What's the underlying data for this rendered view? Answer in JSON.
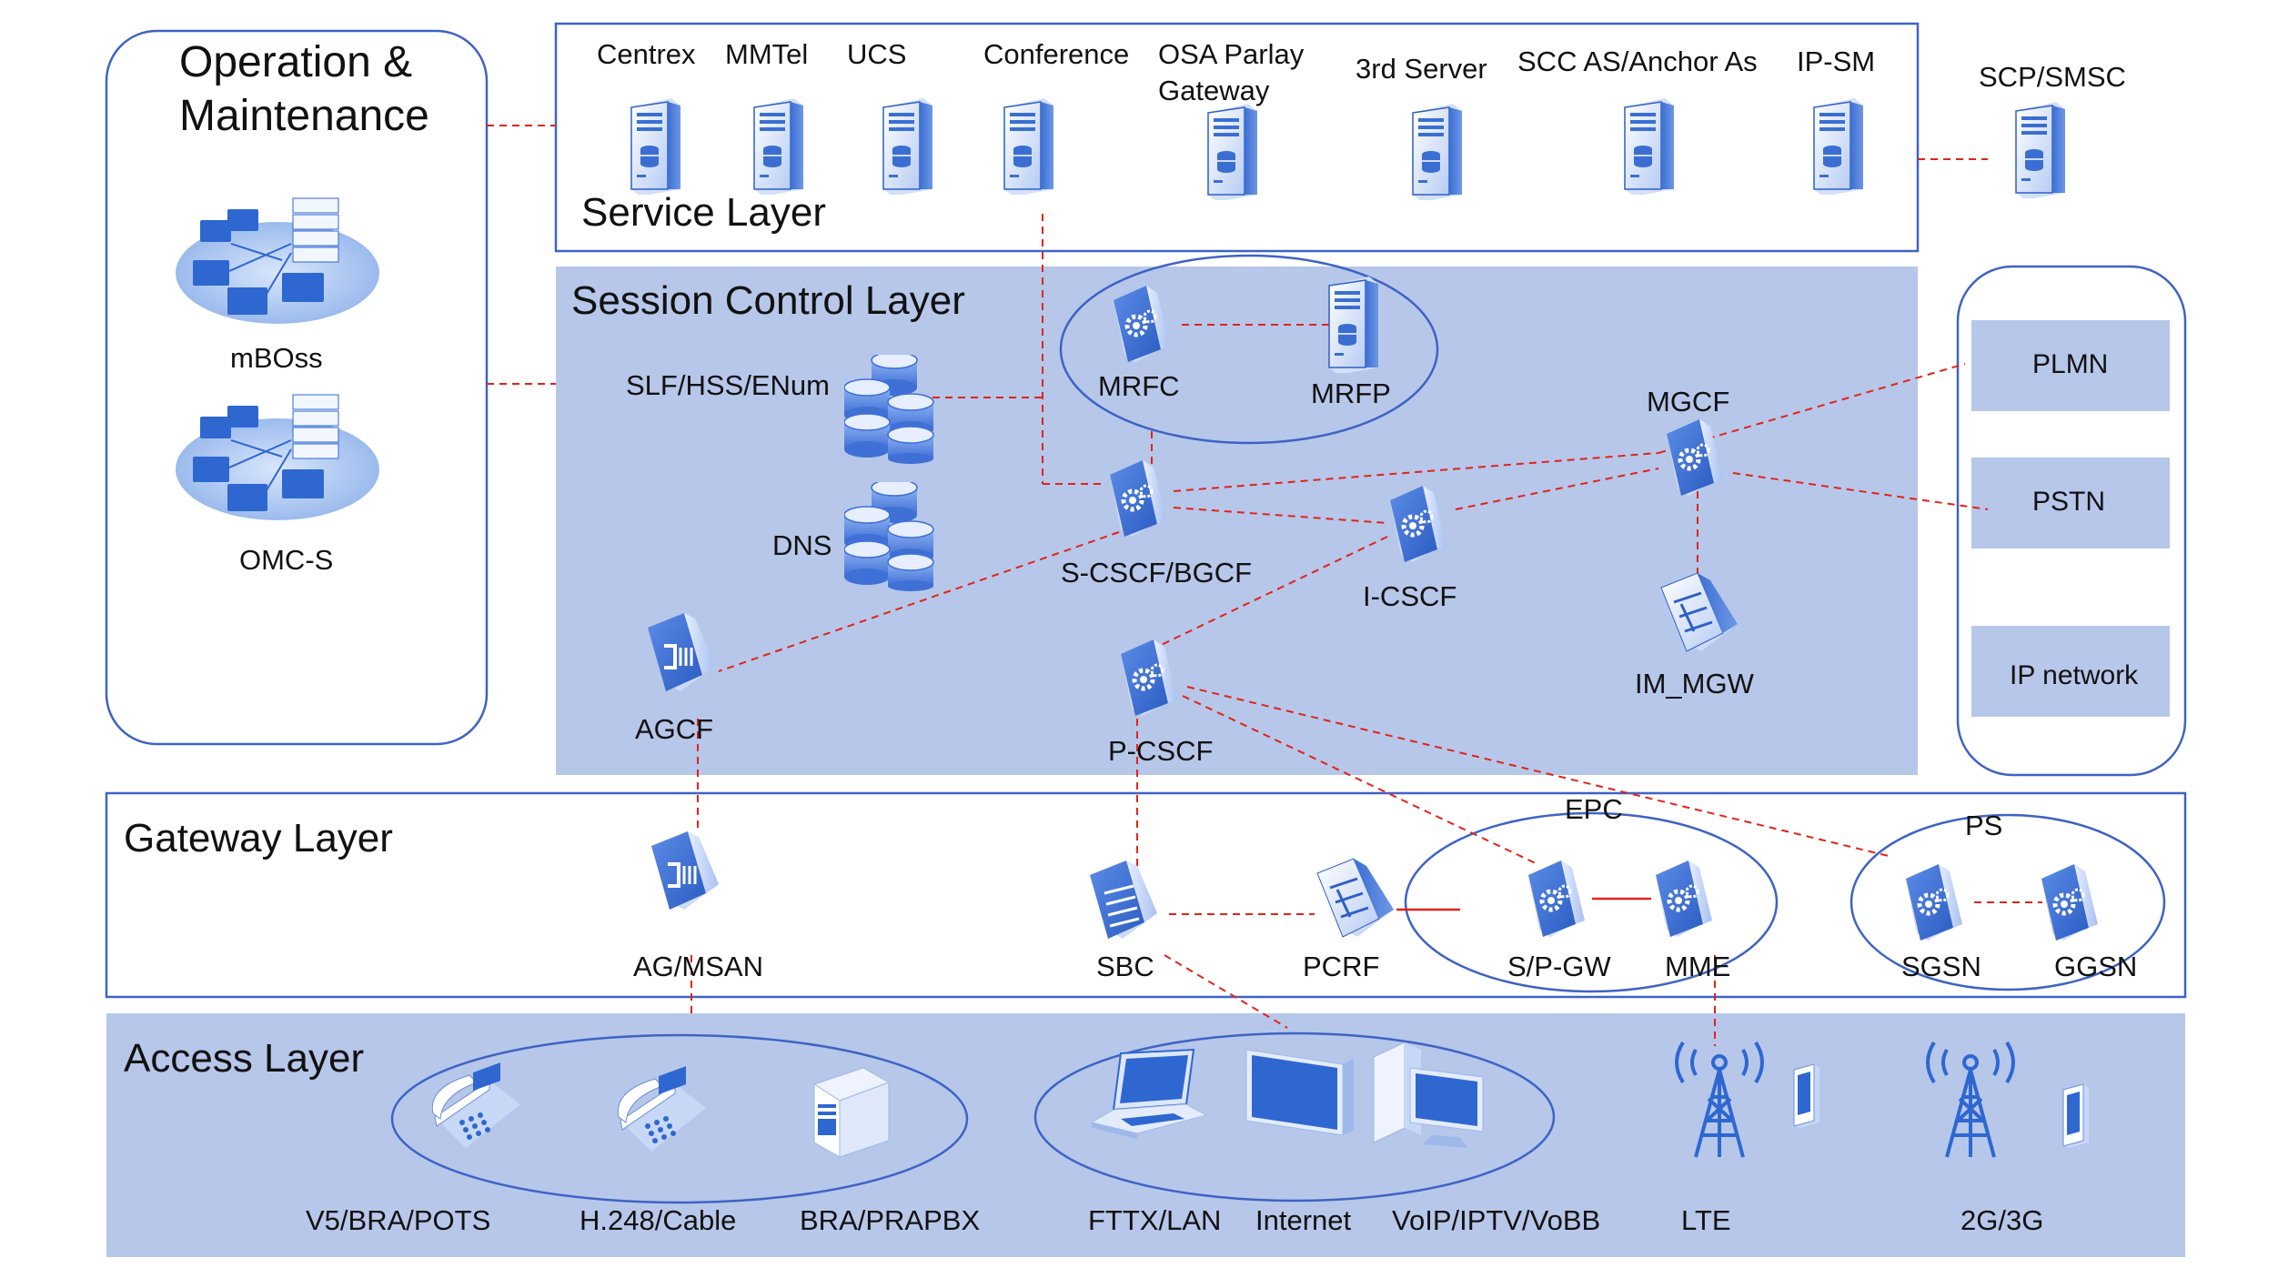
{
  "layers": {
    "service": "Service Layer",
    "session": "Session Control Layer",
    "gateway": "Gateway Layer",
    "access": "Access Layer"
  },
  "om": {
    "title_line1": "Operation &",
    "title_line2": "Maintenance",
    "mboss": "mBOss",
    "omcs": "OMC-S"
  },
  "service_nodes": {
    "centrex": "Centrex",
    "mmtel": "MMTel",
    "ucs": "UCS",
    "conference": "Conference",
    "osa_line1": "OSA Parlay",
    "osa_line2": "Gateway",
    "third_server": "3rd Server",
    "scc": "SCC AS/Anchor As",
    "ipsm": "IP-SM",
    "scp_smsc": "SCP/SMSC"
  },
  "session_nodes": {
    "slf": "SLF/HSS/ENum",
    "dns": "DNS",
    "mrfc": "MRFC",
    "mrfp": "MRFP",
    "scscf": "S-CSCF/BGCF",
    "icscf": "I-CSCF",
    "mgcf": "MGCF",
    "immgw": "IM_MGW",
    "agcf": "AGCF",
    "pcscf": "P-CSCF"
  },
  "networks": {
    "plmn": "PLMN",
    "pstn": "PSTN",
    "ip": "IP network"
  },
  "gateway_nodes": {
    "agmsan": "AG/MSAN",
    "sbc": "SBC",
    "pcrf": "PCRF",
    "epc": "EPC",
    "spgw": "S/P-GW",
    "mme": "MME",
    "ps": "PS",
    "sgsn": "SGSN",
    "ggsn": "GGSN"
  },
  "access_nodes": {
    "v5": "V5/BRA/POTS",
    "h248": "H.248/Cable",
    "bra": "BRA/PRAPBX",
    "fttx": "FTTX/LAN",
    "internet": "Internet",
    "voip": "VoIP/IPTV/VoBB",
    "lte": "LTE",
    "g23": "2G/3G"
  },
  "colors": {
    "panel": "#b6c7ea",
    "outline": "#3f63c4",
    "link": "#e2231a",
    "icon": "#3a6fd1"
  }
}
